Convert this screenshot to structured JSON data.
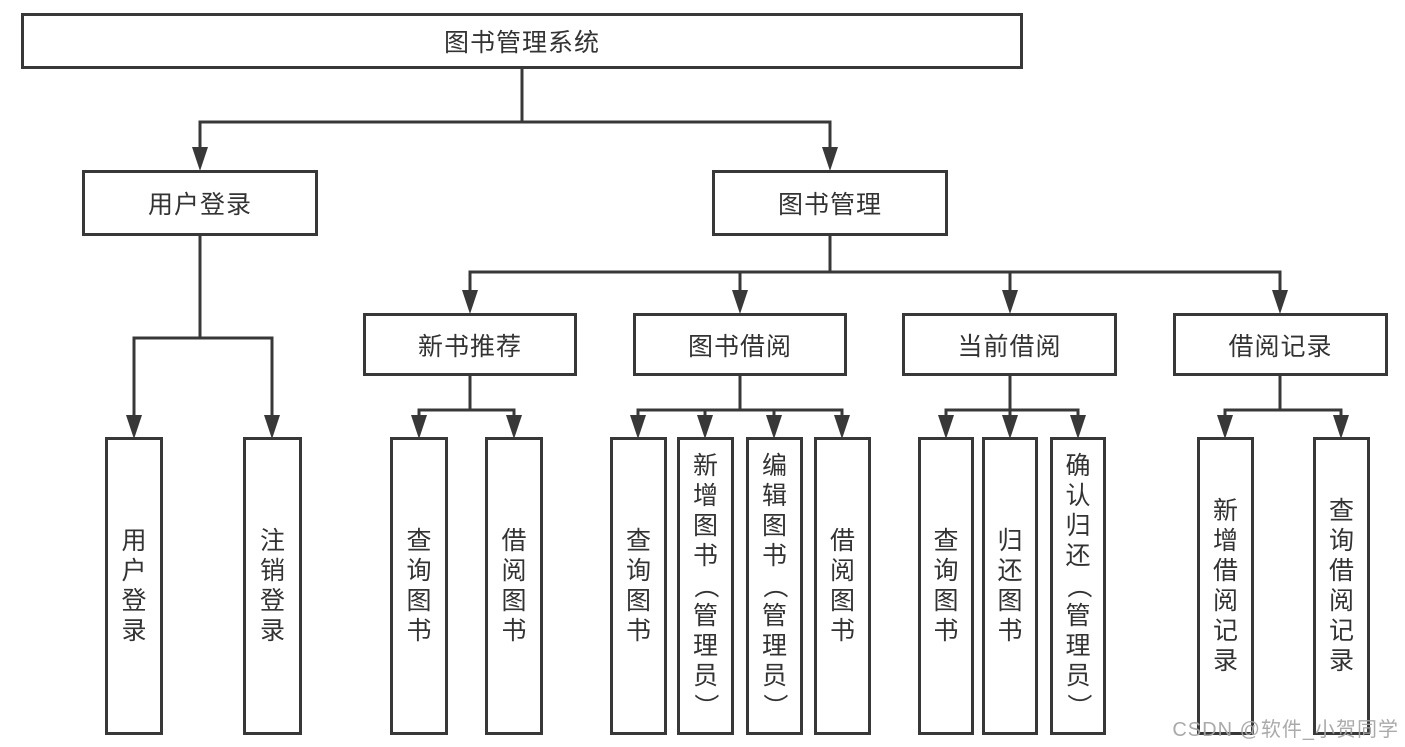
{
  "tree": {
    "root": {
      "label": "图书管理系统"
    },
    "branches": [
      {
        "label": "用户登录",
        "leaves": [
          {
            "label": "用户登录"
          },
          {
            "label": "注销登录"
          }
        ]
      },
      {
        "label": "图书管理",
        "children": [
          {
            "label": "新书推荐",
            "leaves": [
              {
                "label": "查询图书"
              },
              {
                "label": "借阅图书"
              }
            ]
          },
          {
            "label": "图书借阅",
            "leaves": [
              {
                "label": "查询图书"
              },
              {
                "label": "新增图书（管理员）"
              },
              {
                "label": "编辑图书（管理员）"
              },
              {
                "label": "借阅图书"
              }
            ]
          },
          {
            "label": "当前借阅",
            "leaves": [
              {
                "label": "查询图书"
              },
              {
                "label": "归还图书"
              },
              {
                "label": "确认归还（管理员）"
              }
            ]
          },
          {
            "label": "借阅记录",
            "leaves": [
              {
                "label": "新增借阅记录"
              },
              {
                "label": "查询借阅记录"
              }
            ]
          }
        ]
      }
    ]
  },
  "watermark": "CSDN @软件_小贺同学",
  "colors": {
    "line": "#383838",
    "box_border": "#383838",
    "text": "#333333",
    "background": "#ffffff",
    "watermark": "#a5a5a5"
  }
}
